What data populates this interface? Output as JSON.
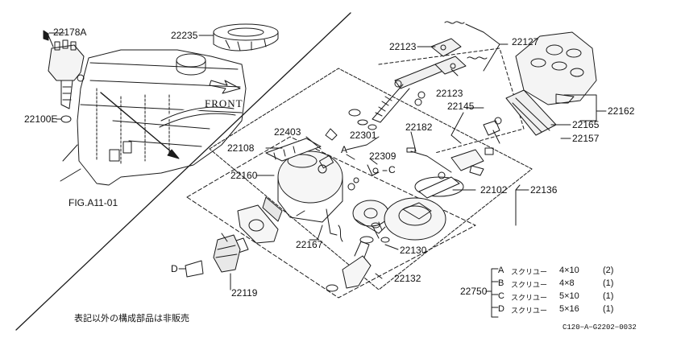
{
  "labels": {
    "p22178A": "22178A",
    "p22100E": "22100E",
    "fig": "FIG.A11-01",
    "p22235": "22235",
    "front": "FRONT",
    "p22123a": "22123",
    "p22123b": "22123",
    "p22127": "22127",
    "p22145": "22145",
    "p22162": "22162",
    "p22165": "22165",
    "p22157": "22157",
    "p22403": "22403",
    "p22301": "22301",
    "p22182": "22182",
    "p22108": "22108",
    "p22309": "22309",
    "callout_c": "C",
    "callout_a": "A",
    "p22160": "22160",
    "p22102": "22102",
    "p22136": "22136",
    "p22167": "22167",
    "p22130": "22130",
    "callout_d": "D",
    "p22132": "22132",
    "p22119": "22119",
    "p22750": "22750",
    "note": "表記以外の構成部品は非販売",
    "code": "C120−A−G2202−0032"
  },
  "legend": [
    {
      "letter": "A",
      "name": "スクリユー",
      "size": "4×10",
      "qty": "(2)"
    },
    {
      "letter": "B",
      "name": "スクリユー",
      "size": "4×8",
      "qty": "(1)"
    },
    {
      "letter": "C",
      "name": "スクリユー",
      "size": "5×10",
      "qty": "(1)"
    },
    {
      "letter": "D",
      "name": "スクリユー",
      "size": "5×16",
      "qty": "(1)"
    }
  ]
}
